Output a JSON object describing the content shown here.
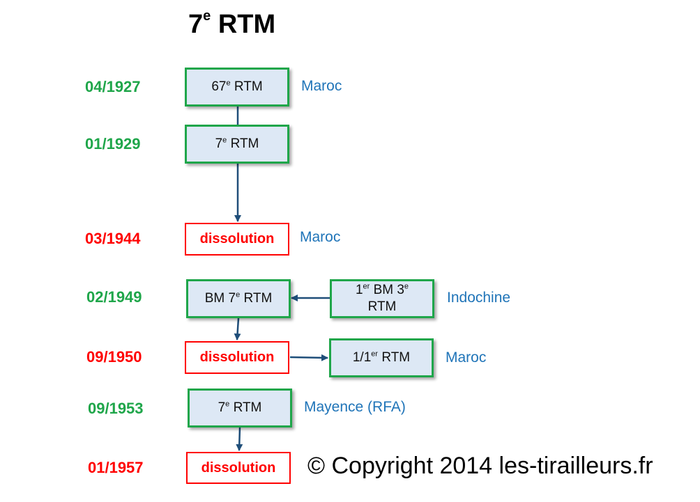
{
  "title": {
    "main": "7",
    "sup": "e",
    "rest": " RTM"
  },
  "dates": [
    "04/1927",
    "01/1929",
    "03/1944",
    "02/1949",
    "09/1950",
    "09/1953",
    "01/1957"
  ],
  "boxes": {
    "b1": {
      "num": "67",
      "sup": "e",
      "rest": " RTM"
    },
    "b2": {
      "num": "7",
      "sup": "e",
      "rest": " RTM"
    },
    "d1": "dissolution",
    "b3": {
      "pre": "BM 7",
      "sup": "e",
      "rest": " RTM"
    },
    "b4": {
      "num": "1",
      "sup": "er",
      "mid": " BM 3",
      "sup2": "e",
      "rest": " RTM"
    },
    "d2": "dissolution",
    "b5": {
      "num": "1/1",
      "sup": "er",
      "rest": " RTM"
    },
    "b6": {
      "num": "7",
      "sup": "e",
      "rest": " RTM"
    },
    "d3": "dissolution"
  },
  "places": [
    "Maroc",
    "Maroc",
    "Indochine",
    "Maroc",
    "Mayence (RFA)"
  ],
  "copyright": "© Copyright 2014 les-tirailleurs.fr",
  "colors": {
    "green": "#1fa64a",
    "red": "#ff0000",
    "blue": "#1f74b8",
    "box_fill": "#dde8f5",
    "arrow": "#1f4e79"
  }
}
